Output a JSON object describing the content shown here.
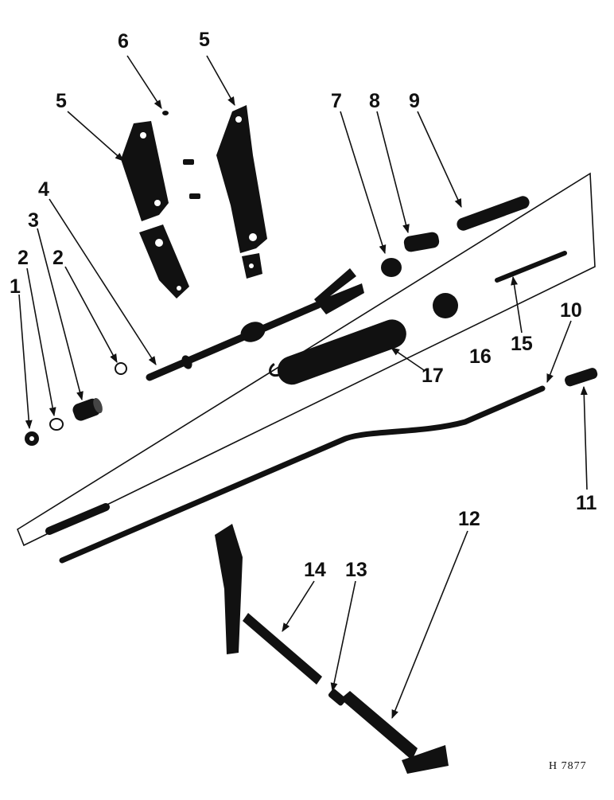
{
  "diagram": {
    "reference": "H 7877",
    "callouts": [
      {
        "id": "c1",
        "text": "1"
      },
      {
        "id": "c2a",
        "text": "2"
      },
      {
        "id": "c2b",
        "text": "2"
      },
      {
        "id": "c3",
        "text": "3"
      },
      {
        "id": "c4",
        "text": "4"
      },
      {
        "id": "c5a",
        "text": "5"
      },
      {
        "id": "c5b",
        "text": "5"
      },
      {
        "id": "c6",
        "text": "6"
      },
      {
        "id": "c7",
        "text": "7"
      },
      {
        "id": "c8",
        "text": "8"
      },
      {
        "id": "c9",
        "text": "9"
      },
      {
        "id": "c10",
        "text": "10"
      },
      {
        "id": "c11",
        "text": "11"
      },
      {
        "id": "c12",
        "text": "12"
      },
      {
        "id": "c13",
        "text": "13"
      },
      {
        "id": "c14",
        "text": "14"
      },
      {
        "id": "c15",
        "text": "15"
      },
      {
        "id": "c16",
        "text": "16"
      },
      {
        "id": "c17",
        "text": "17"
      }
    ]
  }
}
